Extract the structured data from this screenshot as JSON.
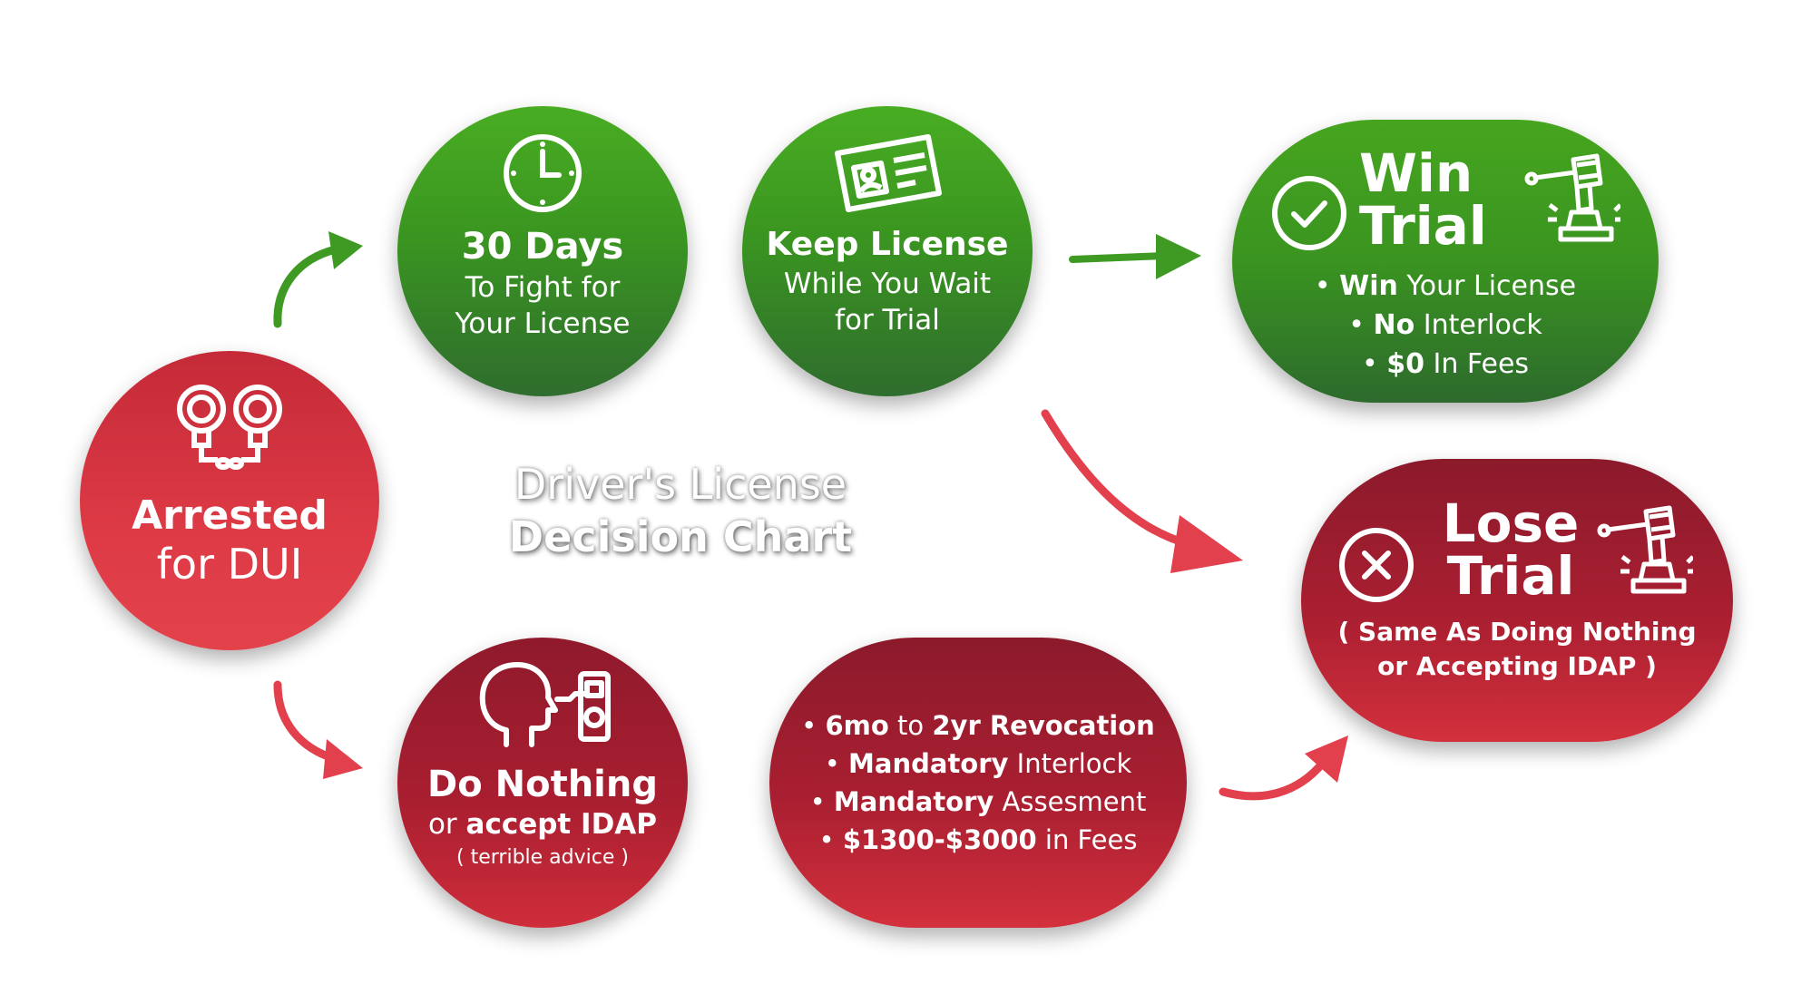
{
  "title": {
    "line1": "Driver's License",
    "line2": "Decision Chart"
  },
  "arrested": {
    "line1": "Arrested",
    "line2": "for DUI",
    "icon": "handcuffs-icon"
  },
  "days": {
    "line1": "30 Days",
    "line2": "To Fight for",
    "line3": "Your License",
    "icon": "clock-icon"
  },
  "keep": {
    "line1": "Keep License",
    "line2": "While You Wait",
    "line3": "for Trial",
    "icon": "id-card-icon"
  },
  "win": {
    "title1": "Win",
    "title2": "Trial",
    "icon_left": "check-circle-icon",
    "icon_right": "gavel-icon",
    "items": [
      {
        "bold": "Win",
        "rest": " Your License"
      },
      {
        "bold": "No",
        "rest": " Interlock"
      },
      {
        "bold": "$0",
        "rest": " In Fees"
      }
    ]
  },
  "lose": {
    "title1": "Lose",
    "title2": "Trial",
    "icon_left": "x-circle-icon",
    "icon_right": "gavel-icon",
    "note1": "( Same As Doing Nothing",
    "note2": "or Accepting IDAP )"
  },
  "nothing": {
    "line1": "Do Nothing",
    "line2_pre": "or ",
    "line2_bold": "accept IDAP",
    "line3": "( terrible advice )",
    "icon": "head-breathalyzer-icon"
  },
  "penalties": {
    "items": [
      {
        "b1": "6mo",
        "mid": " to ",
        "b2": "2yr Revocation",
        "rest": ""
      },
      {
        "b1": "Mandatory",
        "mid": " Interlock",
        "b2": "",
        "rest": ""
      },
      {
        "b1": "Mandatory",
        "mid": " Assesment",
        "b2": "",
        "rest": ""
      },
      {
        "b1": "$1300-$3000",
        "mid": " in Fees",
        "b2": "",
        "rest": ""
      }
    ]
  },
  "bullet": "•",
  "colors": {
    "green": "#3a9520",
    "red": "#dd3a45",
    "maroon": "#a81e30",
    "green_arrow": "#3f9a24",
    "red_arrow": "#e1404c"
  }
}
